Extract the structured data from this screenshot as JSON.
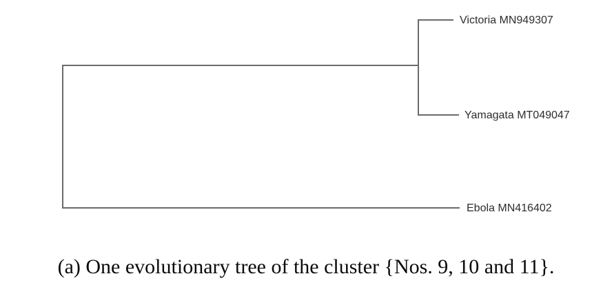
{
  "figure": {
    "type": "phylogenetic-tree",
    "topology": "((Victoria MN949307, Yamagata MT049047), Ebola MN416402)",
    "taxa": [
      {
        "label": "Victoria MN949307"
      },
      {
        "label": "Yamagata MT049047"
      },
      {
        "label": "Ebola MN416402"
      }
    ],
    "colors": {
      "branch": "#6a6a6a",
      "taxon_label": "#2d2d2d",
      "caption_text": "#0a0a0a",
      "background": "#ffffff"
    }
  },
  "caption": {
    "text": "(a) One evolutionary tree of the cluster {Nos. 9, 10 and 11}."
  }
}
